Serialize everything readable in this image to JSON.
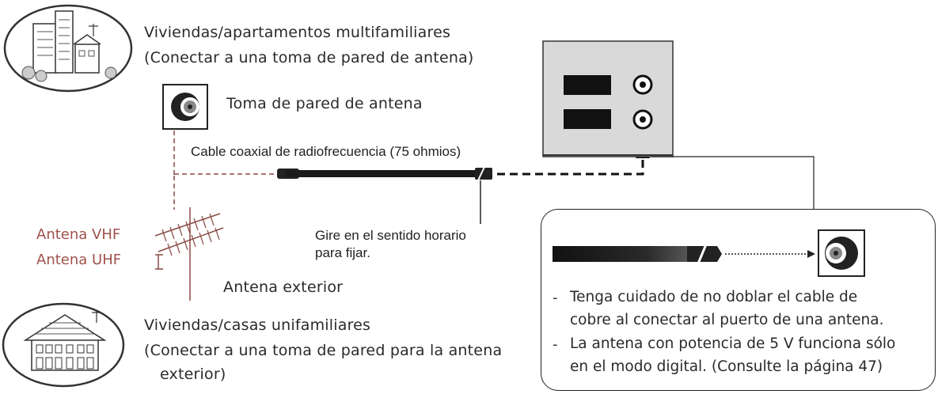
{
  "labels": {
    "apartments_title": "Viviendas/apartamentos multifamiliares",
    "apartments_sub": "(Conectar a una toma de pared de antena)",
    "wall_outlet": "Toma de pared de antena",
    "coax_cable": "Cable coaxial de radiofrecuencia (75 ohmios)",
    "turn_clockwise_1": "Gire en el sentido horario",
    "turn_clockwise_2": "para fijar.",
    "vhf": "Antena VHF",
    "uhf": "Antena UHF",
    "outdoor_antenna": "Antena exterior",
    "houses_title": "Viviendas/casas unifamiliares",
    "houses_sub_1": "(Conectar a una toma de pared para la antena",
    "houses_sub_2": "exterior)"
  },
  "callout": {
    "notes": [
      {
        "dash": "-",
        "line1": "Tenga cuidado de no doblar el cable de",
        "line2": "cobre al conectar al puerto de una antena."
      },
      {
        "dash": "-",
        "line1": "La antena con potencia de 5 V funciona sólo",
        "line2": "en el modo digital. (Consulte la página 47)"
      }
    ]
  },
  "colors": {
    "antenna_label": "#a0524c",
    "tv_panel": "#d9d9d9",
    "ink": "#222222"
  },
  "icons": [
    "apartment-building-icon",
    "wall-outlet-icon",
    "antenna-icon",
    "house-icon",
    "tv-back-panel-icon",
    "coax-cable-icon",
    "rf-port-icon"
  ]
}
